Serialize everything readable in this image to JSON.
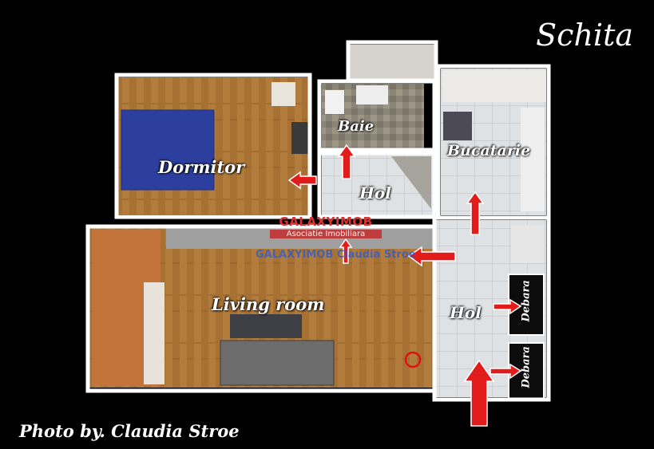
{
  "title": "Schita",
  "credit": "Photo by. Claudia Stroe",
  "brand": {
    "name": "GALAXYIMOB",
    "tagline": "Asociatie Imobiliara",
    "watermark": "GALAXYIMOB Claudia Stroe"
  },
  "rooms": {
    "dormitor": "Dormitor",
    "baie": "Baie",
    "hol_top": "Hol",
    "bucatarie": "Bucatarie",
    "living": "Living room",
    "hol_right": "Hol",
    "debara_1": "Debara",
    "debara_2": "Debara"
  },
  "colors": {
    "background": "#000000",
    "wall": "#ffffff",
    "wood": "#b07a3a",
    "tile": "#d9dcdf",
    "arrow": "#e21b1b",
    "bed": "#2c3f9f"
  }
}
